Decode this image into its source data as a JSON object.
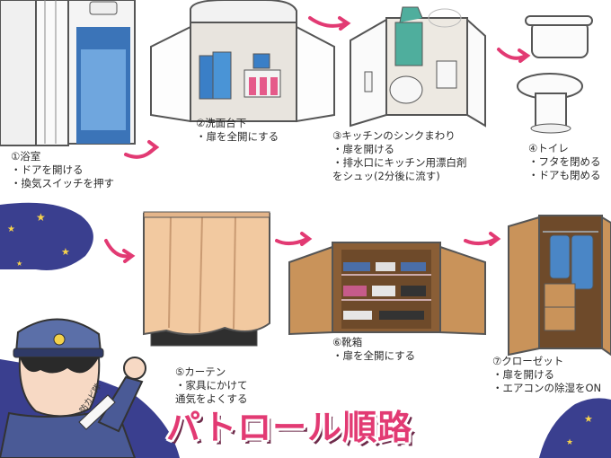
{
  "steps": [
    {
      "title": "①浴室",
      "lines": [
        "・ドアを開ける",
        "・換気スイッチを押す"
      ]
    },
    {
      "title": "②洗面台下",
      "lines": [
        "・扉を全開にする"
      ]
    },
    {
      "title": "③キッチンのシンクまわり",
      "lines": [
        "・扉を開ける",
        "・排水口にキッチン用漂白剤",
        "をシュッ(2分後に流す)"
      ]
    },
    {
      "title": "④トイレ",
      "lines": [
        "・フタを閉める",
        "・ドアも閉める"
      ]
    },
    {
      "title": "⑤カーテン",
      "lines": [
        "・家具にかけて",
        "通気をよくする"
      ]
    },
    {
      "title": "⑥靴箱",
      "lines": [
        "・扉を全開にする"
      ]
    },
    {
      "title": "⑦クローゼット",
      "lines": [
        "・扉を開ける",
        "・エアコンの除湿をON"
      ]
    }
  ],
  "banner": {
    "title": "パトロール順路"
  },
  "sash": {
    "text": "防カビ隊"
  },
  "colors": {
    "accent": "#e23a73",
    "night": "#3a3f8f",
    "wood": "#c9935a"
  }
}
